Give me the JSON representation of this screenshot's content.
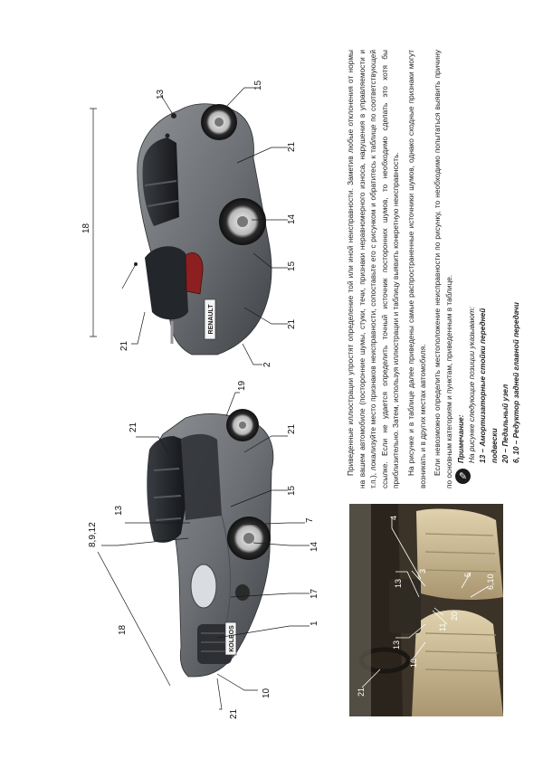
{
  "callouts_front": [
    "8,9,12",
    "13",
    "21",
    "19",
    "21",
    "15",
    "7",
    "14",
    "17",
    "1",
    "10",
    "21",
    "18"
  ],
  "callouts_rear": [
    "13",
    "15",
    "21",
    "14",
    "15",
    "21",
    "2",
    "21",
    "18"
  ],
  "callouts_interior": [
    "4",
    "13",
    "3",
    "20",
    "11",
    "5",
    "6,10",
    "13",
    "16",
    "21"
  ],
  "car_badges": {
    "front": "KOLEOS",
    "rear": "RENAULT"
  },
  "text_column": {
    "paragraphs": [
      "Приведенные иллюстрации упростят определение той или иной неисправности. Заметив любые отклонения от нормы на вашем автомобиле (посторонние шумы, стуки, течи, признаки неравномерного износа, нарушения в управляемости и т.п.), локализуйте место признаков неисправности, сопоставьте его с рисунком и обратитесь к таблице по соответствующей ссылке. Если не удается определить точный источник посторонних шумов, то необходимо сделать это хотя бы приблизительно. Затем, используя иллюстрации и таблицу выявить конкретную неисправность.",
      "На рисунке и в таблице далее приведены самые распространенные источники шумов, однако сходные признаки могут возникать и в других местах автомобиля.",
      "Если невозможно определить местоположение неисправности по рисунку, то необходимо попытаться выявить причину по основным категориям и пунктам, приведенным в таблице."
    ],
    "notes": {
      "title": "Примечание:",
      "intro": "На рисунке следующие позиции указывают:",
      "items": [
        "13 – Амортизаторные стойки передней подвески",
        "20 – Педальный узел",
        "6, 10 – Редуктор задней главной передачи"
      ]
    }
  },
  "colors": {
    "car_body": "#6f7276",
    "interior": "#c9b78f",
    "leader": "#1a1a1a"
  }
}
